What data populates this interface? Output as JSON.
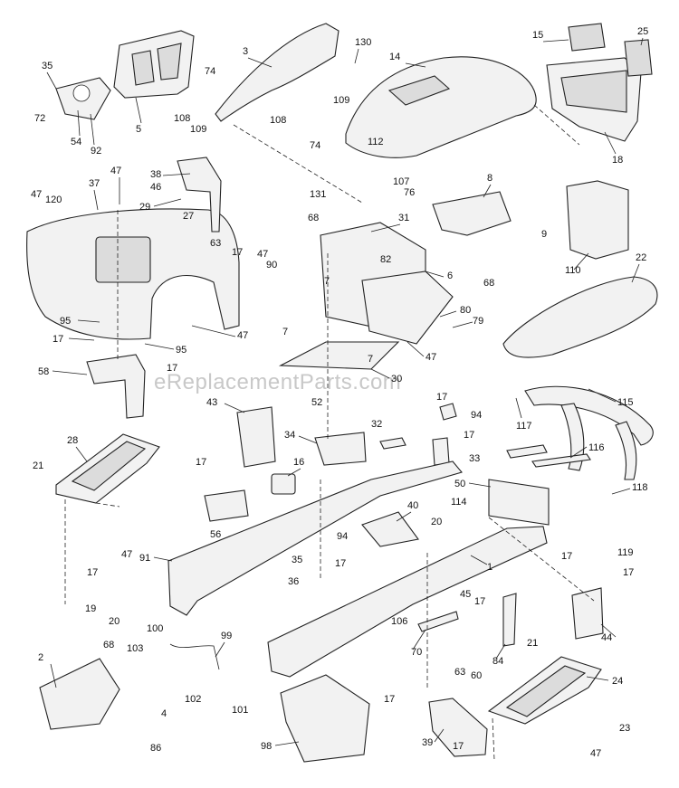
{
  "watermark": "eReplacementParts.com",
  "labels": {
    "l2": "2",
    "l3": "3",
    "l4": "4",
    "l5": "5",
    "l6": "6",
    "l7": "7",
    "l8": "8",
    "l9": "9",
    "l14": "14",
    "l15": "15",
    "l16": "16",
    "l17": "17",
    "l18": "18",
    "l19": "19",
    "l20": "20",
    "l21": "21",
    "l22": "22",
    "l23": "23",
    "l24": "24",
    "l25": "25",
    "l27": "27",
    "l28": "28",
    "l29": "29",
    "l30": "30",
    "l31": "31",
    "l32": "32",
    "l33": "33",
    "l34": "34",
    "l35": "35",
    "l36": "36",
    "l37": "37",
    "l38": "38",
    "l39": "39",
    "l40": "40",
    "l43": "43",
    "l44": "44",
    "l45": "45",
    "l46": "46",
    "l47": "47",
    "l50": "50",
    "l52": "52",
    "l54": "54",
    "l56": "56",
    "l58": "58",
    "l60": "60",
    "l63": "63",
    "l68": "68",
    "l70": "70",
    "l72": "72",
    "l74": "74",
    "l76": "76",
    "l79": "79",
    "l80": "80",
    "l82": "82",
    "l84": "84",
    "l86": "86",
    "l90": "90",
    "l91": "91",
    "l92": "92",
    "l94": "94",
    "l95": "95",
    "l98": "98",
    "l99": "99",
    "l100": "100",
    "l101": "101",
    "l102": "102",
    "l103": "103",
    "l106": "106",
    "l107": "107",
    "l108": "108",
    "l109": "109",
    "l110": "110",
    "l112": "112",
    "l114": "114",
    "l115": "115",
    "l116": "116",
    "l117": "117",
    "l118": "118",
    "l119": "119",
    "l120": "120",
    "l130": "130",
    "l131": "131",
    "l1": "1"
  }
}
